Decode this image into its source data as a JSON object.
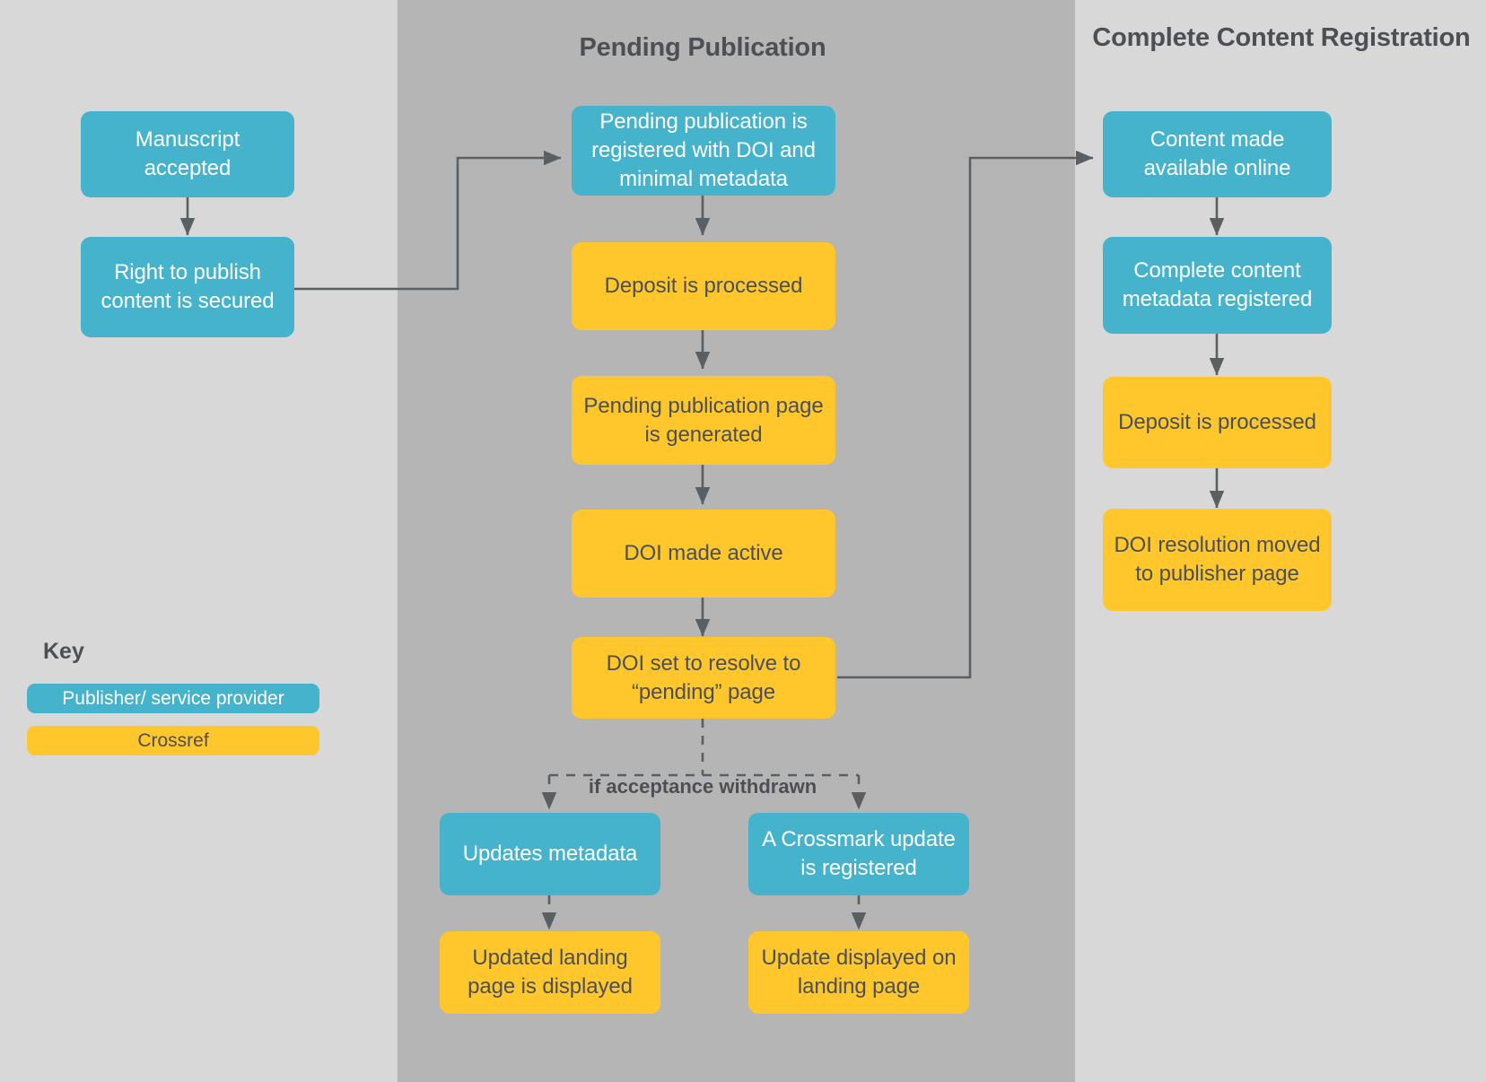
{
  "columns": [
    {
      "id": "left",
      "title": ""
    },
    {
      "id": "middle",
      "title": "Pending Publication"
    },
    {
      "id": "right",
      "title": "Complete Content Registration"
    }
  ],
  "nodes": {
    "manuscript_accepted": "Manuscript accepted",
    "right_to_publish": "Right to publish content is secured",
    "pending_registered": "Pending publication is registered with DOI and minimal metadata",
    "deposit_processed_mid": "Deposit is processed",
    "pending_page_generated": "Pending publication page is generated",
    "doi_made_active": "DOI made active",
    "doi_set_resolve": "DOI set to resolve to “pending” page",
    "updates_metadata": "Updates metadata",
    "crossmark_update": "A Crossmark update is registered",
    "updated_landing_page": "Updated landing page is displayed",
    "update_displayed_landing": "Update displayed on landing page",
    "content_available": "Content made available online",
    "complete_metadata_registered": "Complete content metadata registered",
    "deposit_processed_right": "Deposit is processed",
    "doi_resolution_moved": "DOI resolution moved to publisher page"
  },
  "edge_labels": {
    "if_acceptance_withdrawn": "if acceptance withdrawn"
  },
  "key": {
    "title": "Key",
    "items": [
      {
        "label": "Publisher/ service provider",
        "color": "#45b3cb",
        "text_color": "#ffffff"
      },
      {
        "label": "Crossref",
        "color": "#ffc72c",
        "text_color": "#4c5055"
      }
    ]
  },
  "colors": {
    "publisher": "#45b3cb",
    "crossref": "#ffc72c",
    "band_light": "#d8d8d8",
    "band_mid": "#b5b5b5",
    "line": "#5a5f63",
    "title_text": "#4c5055"
  }
}
